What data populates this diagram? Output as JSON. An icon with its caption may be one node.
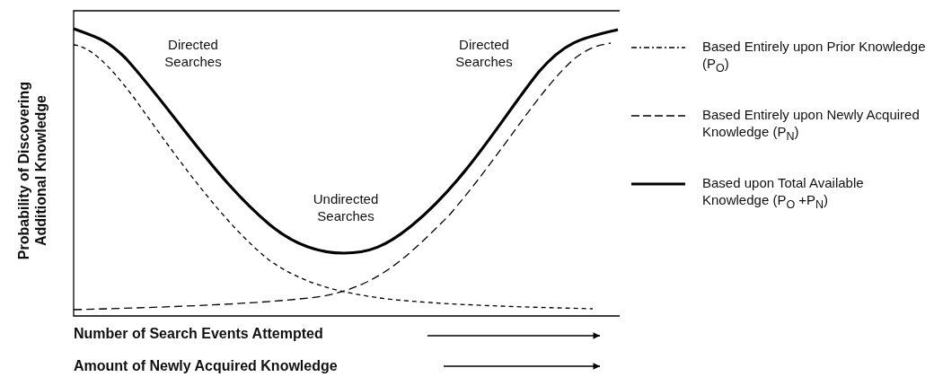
{
  "diagram": {
    "labels": [
      "Directed Searches",
      "Directed Searches",
      "Undirected Searches",
      "Probability of Discovering Additional Knowledge",
      "Number of Search Events Attempted",
      "Amount of Newly Acquired Knowledge"
    ],
    "legend": [
      {
        "text": "Based Entirely upon Prior Knowledge (P$_{O}$)"
      },
      {
        "text": "Based Entirely upon Newly Acquired Knowledge (P$_{N}$)"
      },
      {
        "text": "Based upon Total Available Knowledge (P$_{O}$ +P$_{N}$)"
      }
    ]
  }
}
